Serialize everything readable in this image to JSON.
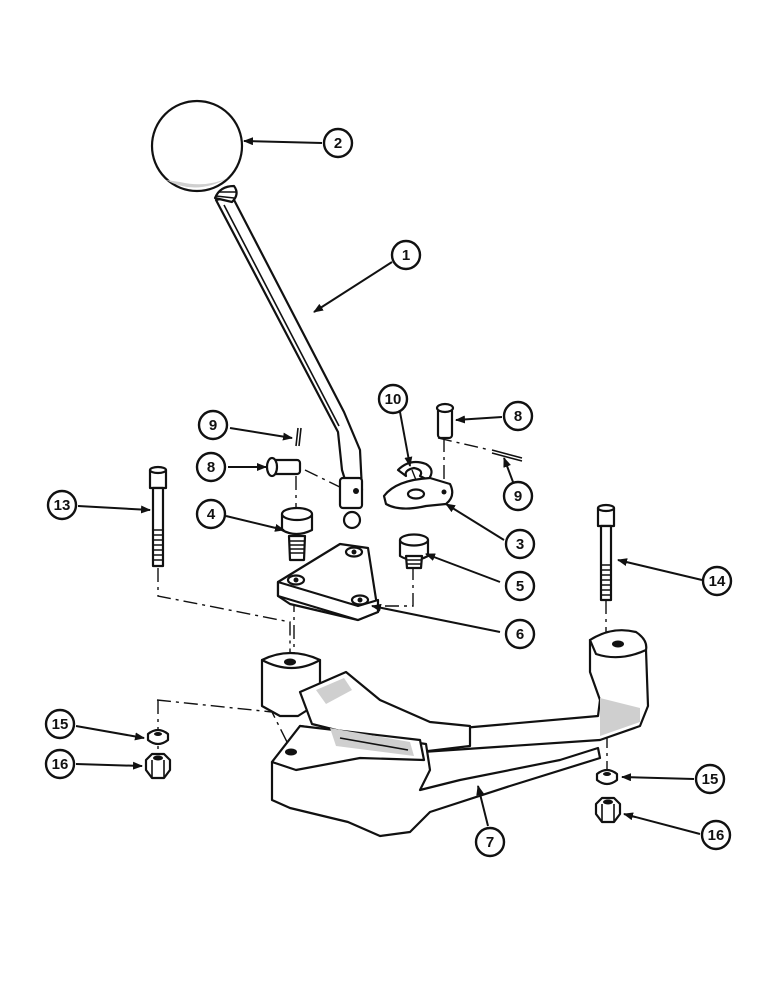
{
  "callouts": [
    {
      "id": "1",
      "label": "1"
    },
    {
      "id": "2",
      "label": "2"
    },
    {
      "id": "3",
      "label": "3"
    },
    {
      "id": "4",
      "label": "4"
    },
    {
      "id": "5",
      "label": "5"
    },
    {
      "id": "6",
      "label": "6"
    },
    {
      "id": "7",
      "label": "7"
    },
    {
      "id": "8a",
      "label": "8"
    },
    {
      "id": "8b",
      "label": "8"
    },
    {
      "id": "9a",
      "label": "9"
    },
    {
      "id": "9b",
      "label": "9"
    },
    {
      "id": "10",
      "label": "10"
    },
    {
      "id": "13",
      "label": "13"
    },
    {
      "id": "14",
      "label": "14"
    },
    {
      "id": "15a",
      "label": "15"
    },
    {
      "id": "15b",
      "label": "15"
    },
    {
      "id": "16a",
      "label": "16"
    },
    {
      "id": "16b",
      "label": "16"
    }
  ]
}
